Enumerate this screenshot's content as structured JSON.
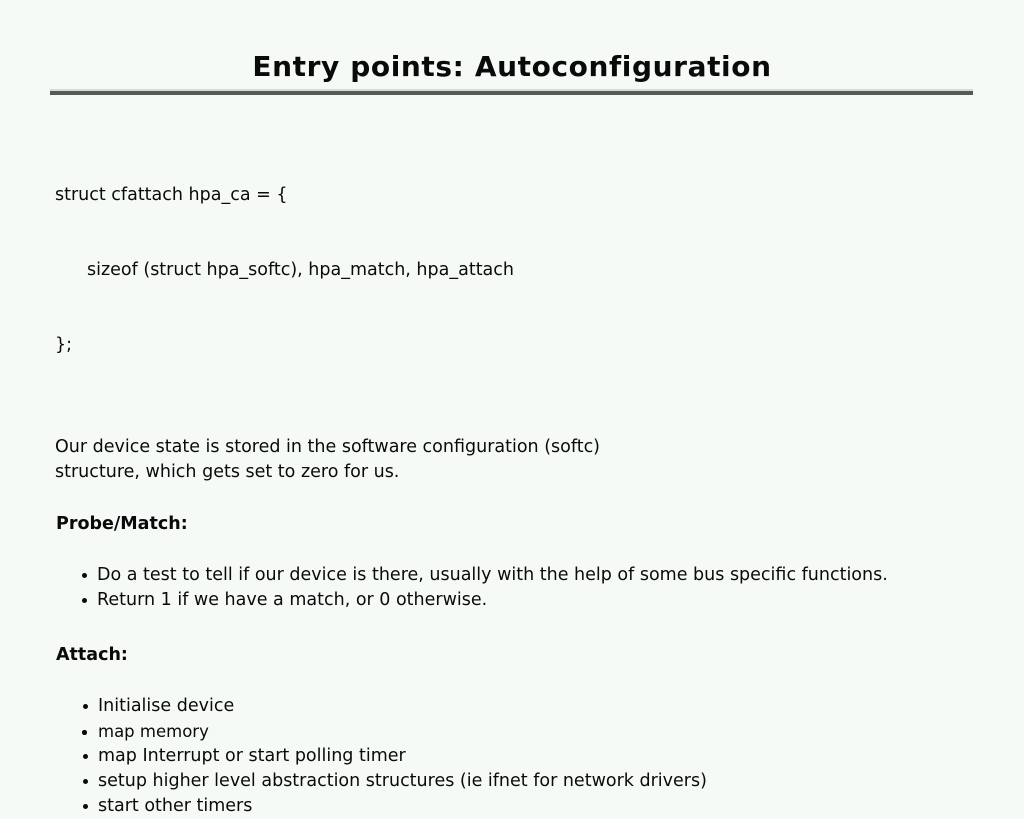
{
  "slide": {
    "title": "Entry points: Autoconfiguration",
    "background_color": "#f5faf7",
    "text_color": "#0a0a0a",
    "rule_light_color": "#d8dcd8",
    "rule_dark_color": "#555a55"
  },
  "code_block": {
    "lines": [
      "struct cfattach hpa_ca = {",
      "sizeof (struct hpa_softc), hpa_match, hpa_attach",
      "};"
    ]
  },
  "paragraph": {
    "lines": [
      "Our device state is stored in the software configuration (softc)",
      "structure, which gets set to zero for us."
    ]
  },
  "sections": [
    {
      "heading": "Probe/Match:",
      "bullets": [
        "Do a test to tell if our device is there, usually with the help of some bus specific functions.",
        "Return 1 if we have a match, or 0 otherwise."
      ]
    },
    {
      "heading": "Attach:",
      "bullets": [
        "Initialise device",
        "map memory",
        "map Interrupt or start polling timer",
        "setup higher level abstraction structures (ie ifnet for network drivers)",
        "start other timers"
      ]
    }
  ]
}
